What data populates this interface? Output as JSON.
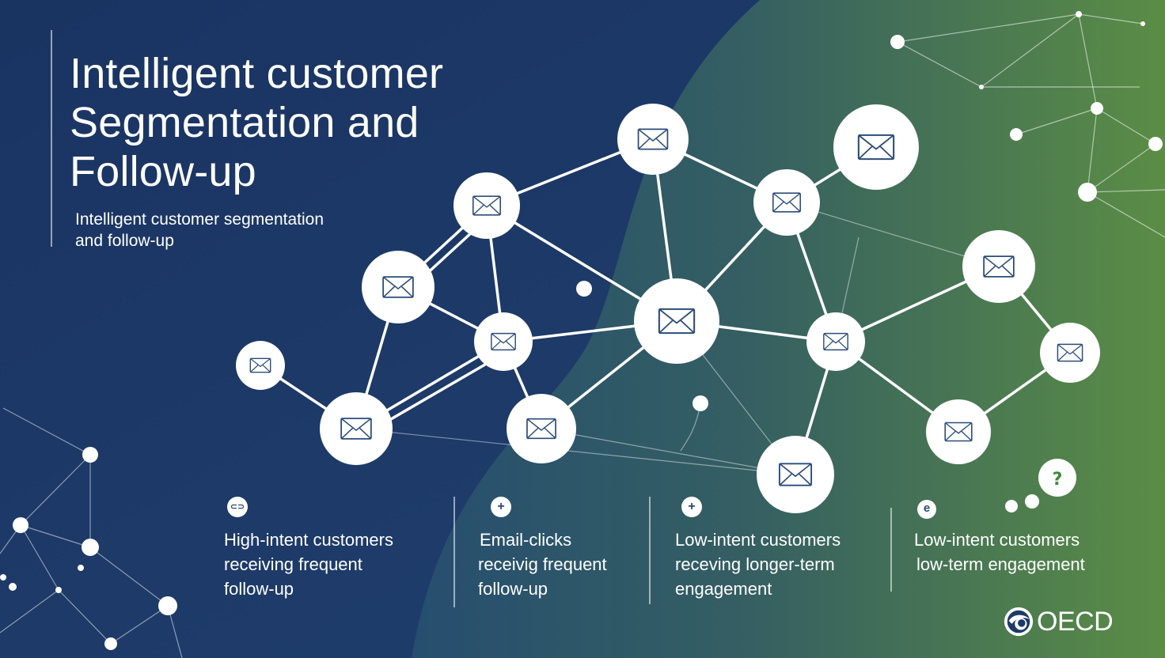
{
  "header": {
    "title_lines": [
      "Intelligent customer",
      "Segmentation and",
      "Follow-up"
    ],
    "subtitle_lines": [
      "Intelligent customer segmentation",
      "and follow-up"
    ]
  },
  "network": {
    "icon": "envelope-icon",
    "node_color": "#ffffff",
    "line_color": "#ffffff"
  },
  "items": [
    {
      "icon": "link-icon",
      "icon_glyph": "⊂⊃",
      "lines": [
        "High-intent customers",
        "receiving frequent",
        "follow-up"
      ]
    },
    {
      "icon": "plus-icon",
      "icon_glyph": "+",
      "lines": [
        "Email-clicks",
        "receivig frequent",
        "follow-up"
      ]
    },
    {
      "icon": "plus-icon",
      "icon_glyph": "+",
      "lines": [
        "Low-intent customers",
        "receving longer-term",
        "engagement"
      ]
    },
    {
      "icon": "e-icon",
      "icon_glyph": "e",
      "lines": [
        "Low-intent customers",
        "low-term engagement"
      ]
    }
  ],
  "question_badge": {
    "icon": "question-icon",
    "glyph": "?"
  },
  "logo": {
    "text": "OECD"
  },
  "colors": {
    "bg_blue": "#1d3a67",
    "bg_green": "#5a8c45",
    "accent_green": "#3f8a3c"
  }
}
